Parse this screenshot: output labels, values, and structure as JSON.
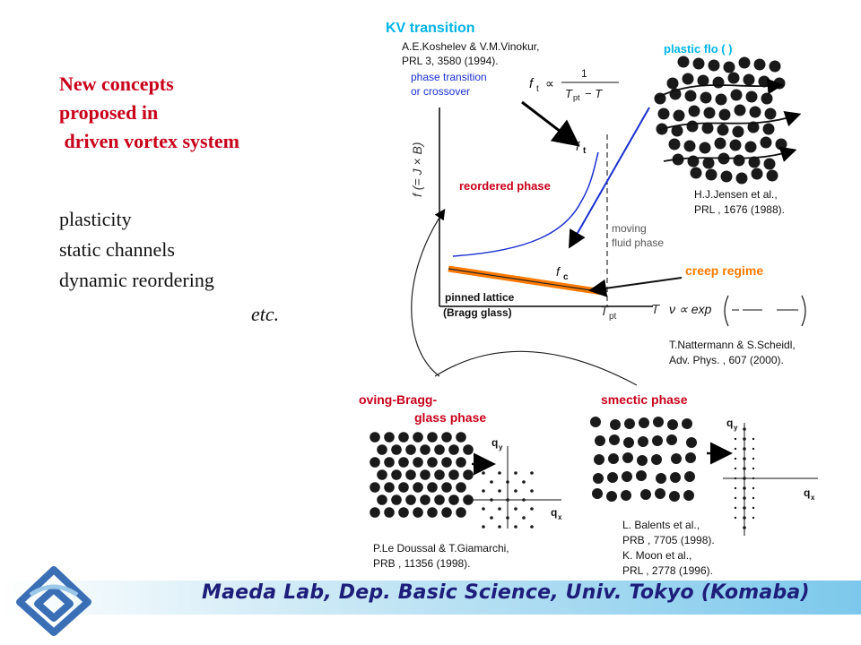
{
  "concepts": {
    "title_lines": [
      "New concepts",
      "proposed in",
      " driven vortex system"
    ],
    "items": [
      "plasticity",
      "static channels",
      "dynamic reordering"
    ],
    "etc": "etc."
  },
  "figure": {
    "kv": {
      "title": "KV transition",
      "ref1": "A.E.Koshelev & V.M.Vinokur,",
      "ref2": "PRL  3, 3580 (1994).",
      "note1": "phase transition",
      "note2": "or crossover",
      "formula_lhs": "f",
      "formula_sub": "t",
      "formula_prop": "∝",
      "formula_num": "1",
      "formula_den": "T",
      "formula_den_sub": "pt",
      "formula_den_tail": "− T"
    },
    "plastic": {
      "title": "plastic flo   (    )",
      "ref1": "H.J.Jensen et al.,",
      "ref2": "PRL     , 1676 (1988)."
    },
    "graph": {
      "y_axis_label": "f (= J × B)",
      "x_axis_label": "T",
      "x_tick": "T",
      "x_tick_sub": "pt",
      "ft_label": "f",
      "ft_sub": "t",
      "fc_label": "f",
      "fc_sub": "c",
      "reordered": "reordered phase",
      "moving1": "moving",
      "moving2": "fluid phase",
      "pinned1": "pinned  lattice",
      "pinned2": "(Bragg glass)"
    },
    "creep": {
      "title": "creep regime",
      "formula": "ν ∝ exp",
      "ref1": "T.Nattermann & S.Scheidl,",
      "ref2": "Adv. Phys.    , 607 (2000)."
    },
    "bragg": {
      "title1": "oving-Bragg-",
      "title2": "glass phase",
      "qy": "q",
      "qy_sub": "y",
      "qx": "q",
      "qx_sub": "x",
      "ref1": "P.Le Doussal & T.Giamarchi,",
      "ref2": "PRB     , 11356 (1998)."
    },
    "smectic": {
      "title": "smectic phase",
      "qy": "q",
      "qy_sub": "y",
      "qx": "q",
      "qx_sub": "x",
      "ref1": "L. Balents et al.,",
      "ref2": "PRB     , 7705 (1998).",
      "ref3": "K. Moon et al.,",
      "ref4": "PRL     , 2778 (1996)."
    }
  },
  "footer": {
    "text": "Maeda Lab, Dep. Basic Science, Univ. Tokyo (Komaba)"
  },
  "colors": {
    "accent_red": "#c8001a",
    "cyan_title": "#00b4e6",
    "orange": "#ff7a00",
    "blue_curve": "#1a2fd0",
    "footer_text": "#1d1d7a"
  }
}
